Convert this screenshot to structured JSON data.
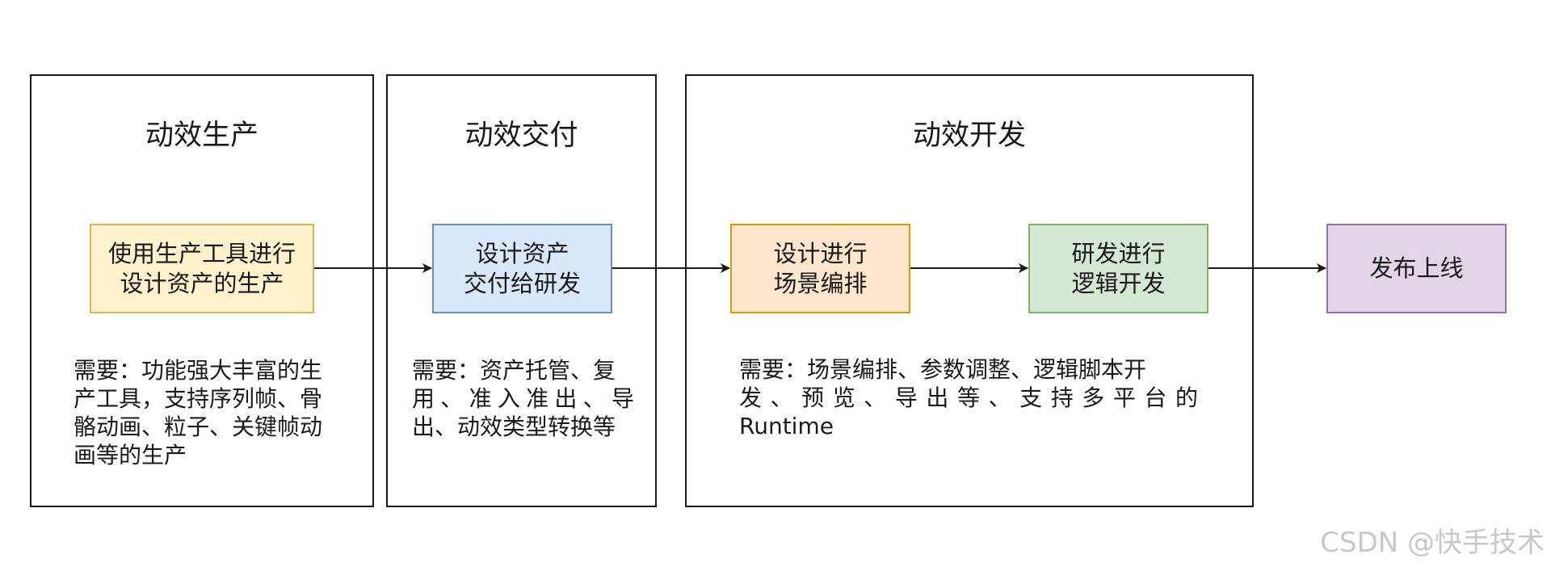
{
  "phases": {
    "production": {
      "title": "动效生产",
      "node_lines": [
        "使用生产工具进行",
        "设计资产的生产"
      ],
      "req_lines": [
        "需要：功能强大丰富的生",
        "产工具，支持序列帧、骨",
        "骼动画、粒子、关键帧动",
        "画等的生产"
      ]
    },
    "delivery": {
      "title": "动效交付",
      "node_lines": [
        "设计资产",
        "交付给研发"
      ],
      "req_lines": [
        "需要：资产托管、复",
        "用、准入准出、导",
        "出、动效类型转换等"
      ]
    },
    "development": {
      "title": "动效开发",
      "node1_lines": [
        "设计进行",
        "场景编排"
      ],
      "node2_lines": [
        "研发进行",
        "逻辑开发"
      ],
      "req_lines": [
        "需要：场景编排、参数调整、逻辑脚本开",
        "发、预览、导出等、支持多平台的",
        "Runtime"
      ]
    }
  },
  "release": {
    "label": "发布上线"
  },
  "watermark": "CSDN @快手技术",
  "colors": {
    "yellow_fill": "#fff2cc",
    "yellow_border": "#d6b656",
    "blue_fill": "#dae8fc",
    "blue_border": "#6c8ebf",
    "orange_fill": "#ffe6cc",
    "orange_border": "#d79b00",
    "green_fill": "#d5e8d4",
    "green_border": "#82b366",
    "purple_fill": "#e1d5e7",
    "purple_border": "#9673a6",
    "line": "#1a1a1a"
  }
}
